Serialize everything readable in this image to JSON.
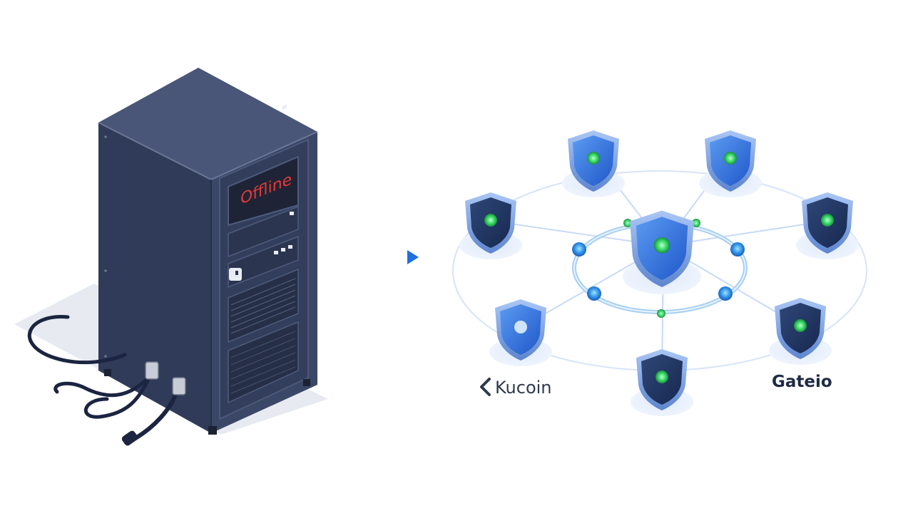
{
  "server": {
    "status_text": "Offline",
    "status_color": "#e53935",
    "body_color": "#3a4766"
  },
  "arrow": {
    "icon": "play-arrow-icon",
    "color": "#1e6fe0"
  },
  "network": {
    "node_icon": "shield-icon",
    "status_dot_color": "#3ddc6a",
    "labels": {
      "kucoin": "Kucoin",
      "gateio": "Gateio"
    }
  }
}
